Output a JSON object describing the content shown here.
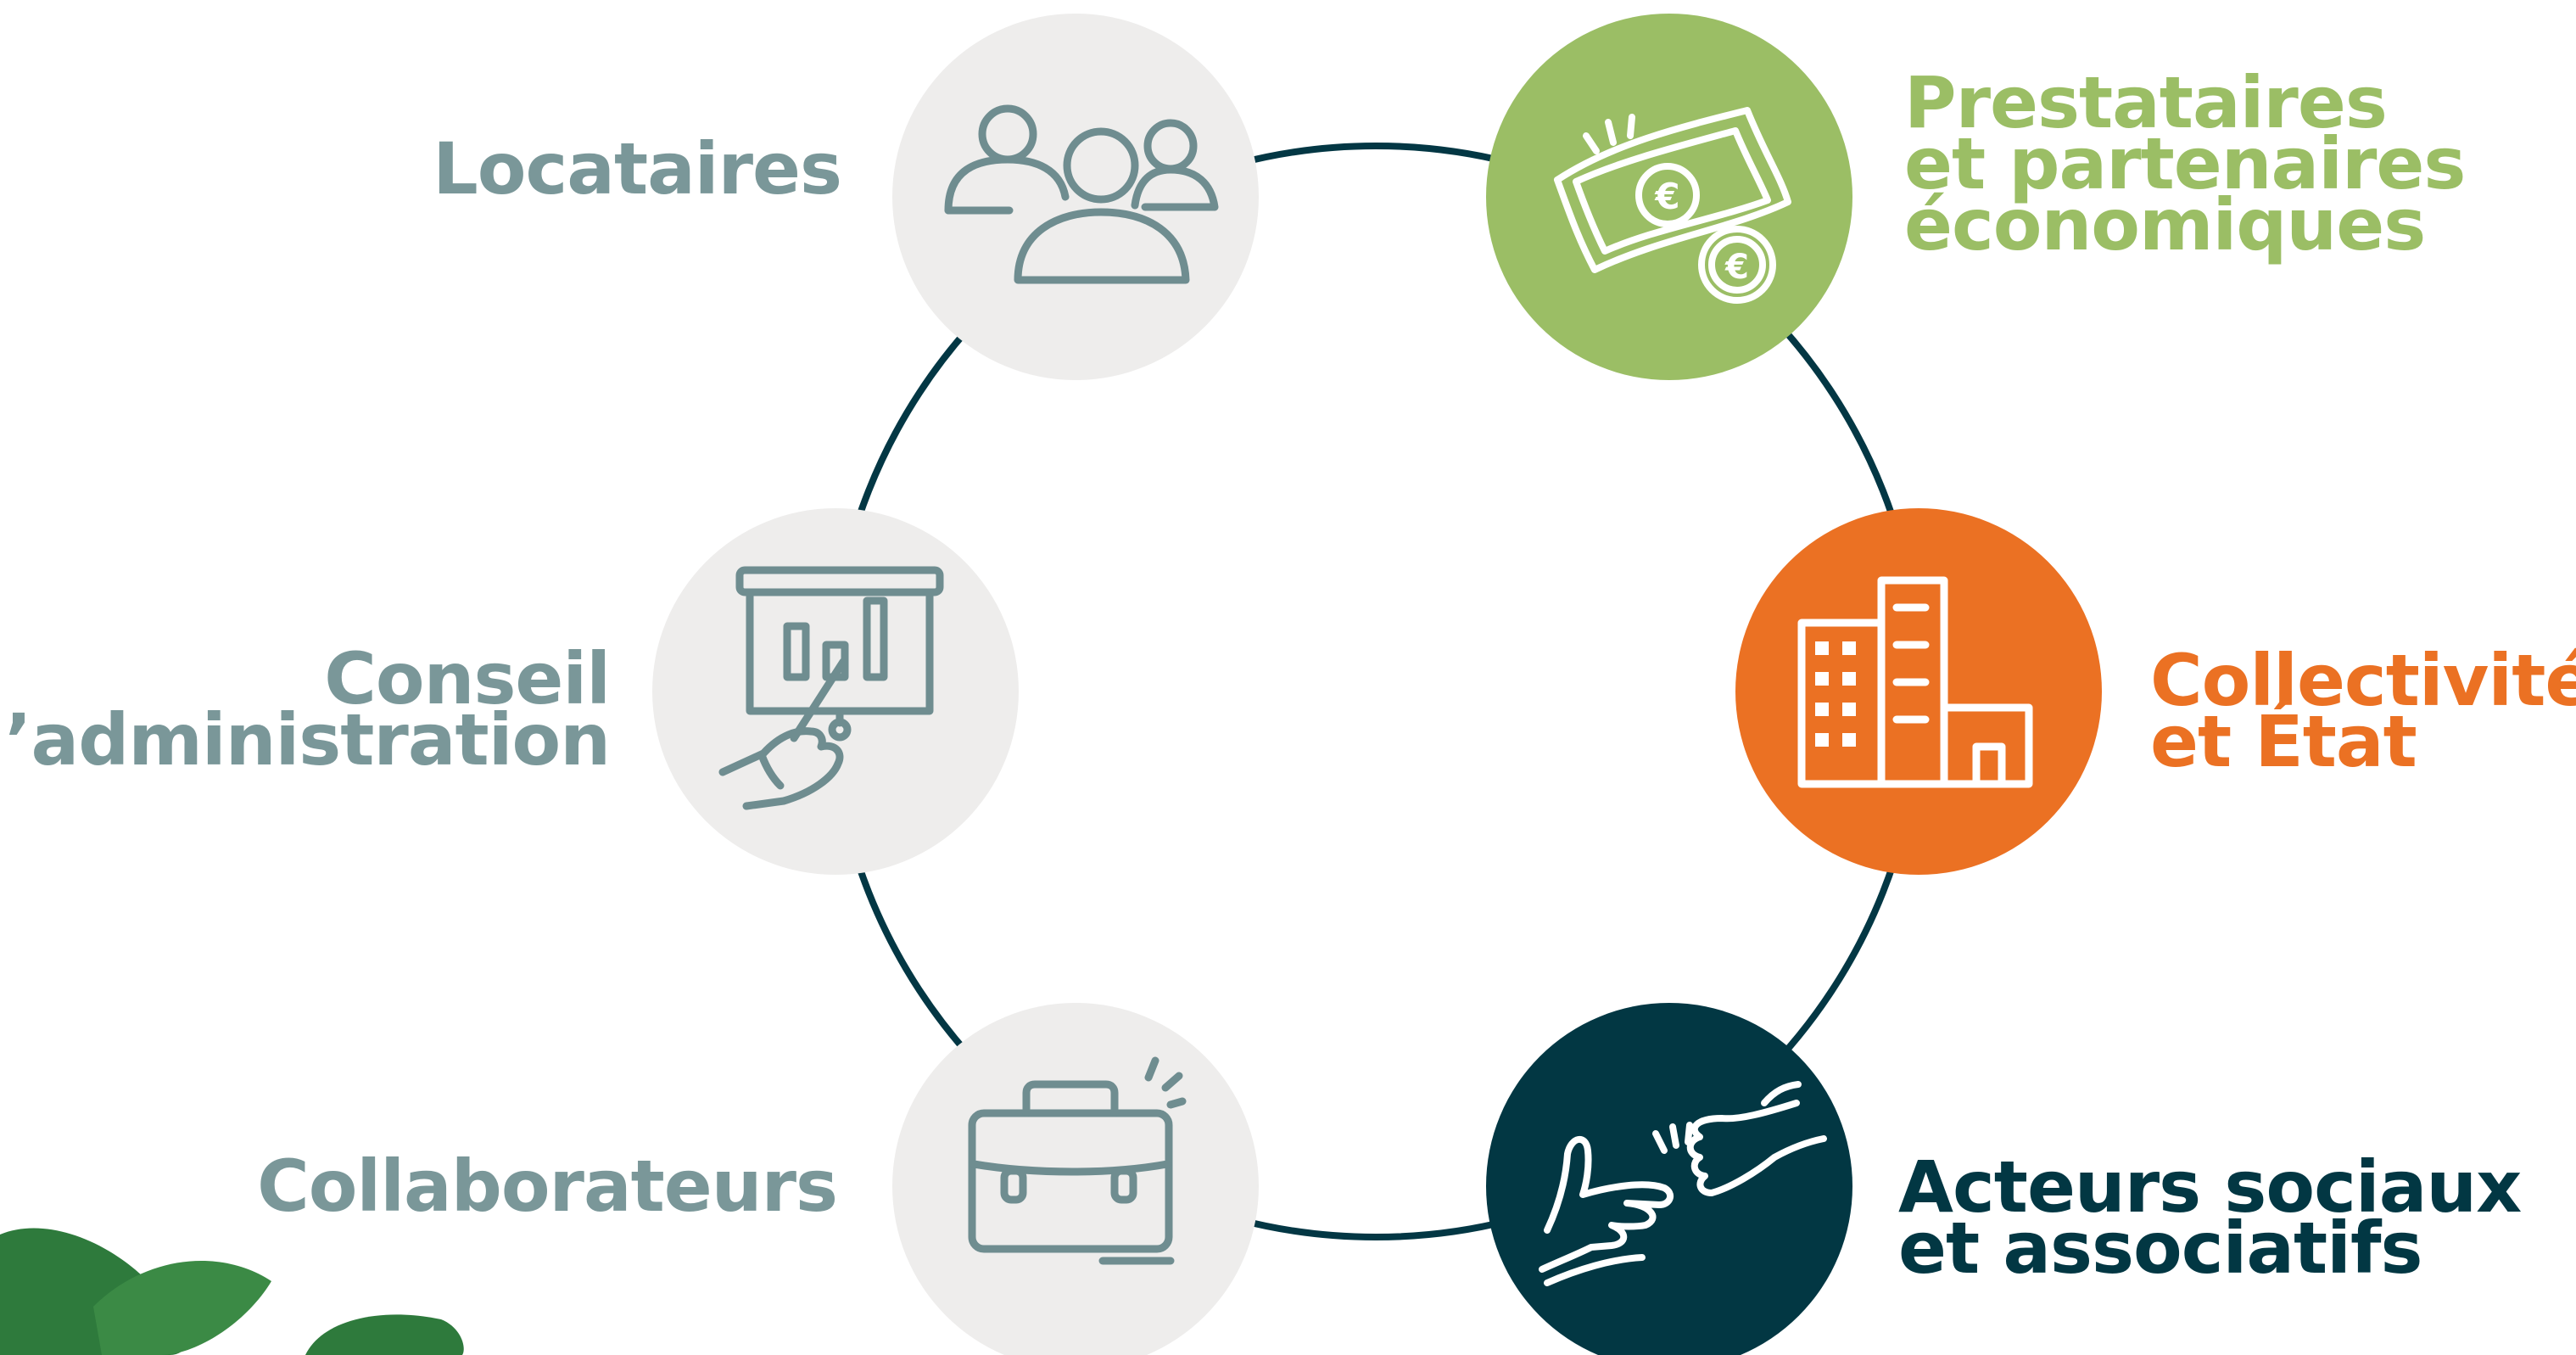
{
  "colors": {
    "ring": "#033744",
    "grey_circle": "#EEEDEC",
    "grey_text": "#7A9799",
    "green": "#9BBE65",
    "orange": "#EB7123",
    "navy": "#023743",
    "icon_grey": "#6F8D90",
    "white": "#FFFFFF",
    "leaf": "#2E7A3C"
  },
  "nodes": [
    {
      "id": "locataires",
      "lines": [
        "Locataires"
      ],
      "icon": "people-group-icon",
      "style": "grey"
    },
    {
      "id": "prestataires",
      "lines": [
        "Prestataires",
        "et partenaires",
        "économiques"
      ],
      "icon": "banknote-euro-icon",
      "style": "green"
    },
    {
      "id": "conseil",
      "lines": [
        "Conseil",
        "d’administration"
      ],
      "icon": "presentation-board-icon",
      "style": "grey"
    },
    {
      "id": "collectivites",
      "lines": [
        "Collectivités",
        "et État"
      ],
      "icon": "city-buildings-icon",
      "style": "orange"
    },
    {
      "id": "collaborateurs",
      "lines": [
        "Collaborateurs"
      ],
      "icon": "briefcase-icon",
      "style": "grey"
    },
    {
      "id": "acteurs",
      "lines": [
        "Acteurs sociaux",
        "et associatifs"
      ],
      "icon": "helping-hands-icon",
      "style": "navy"
    }
  ]
}
